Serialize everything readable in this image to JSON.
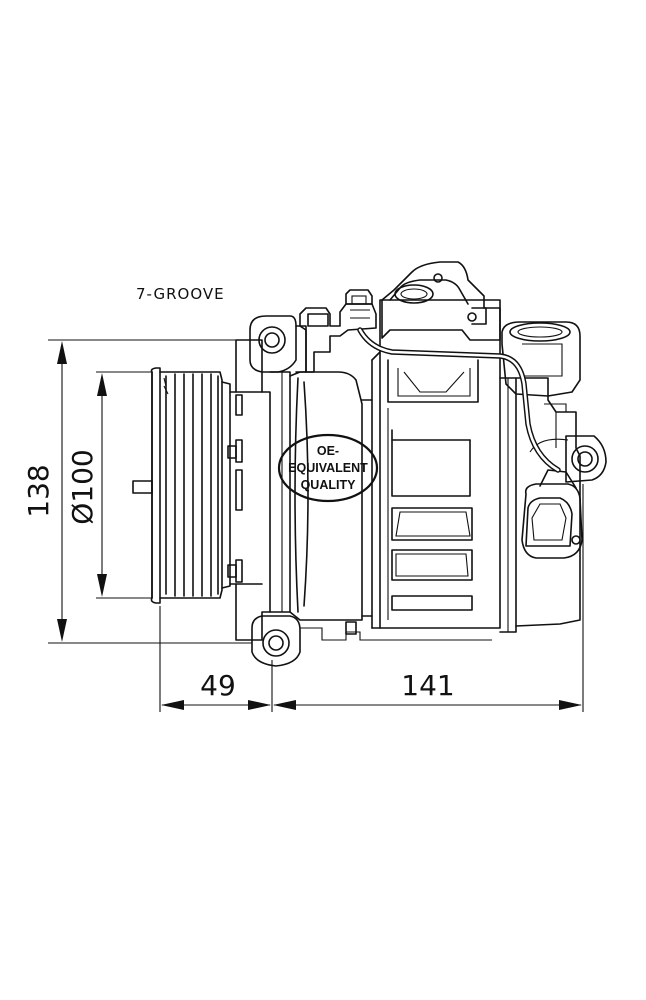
{
  "labels": {
    "groove": "7-GROOVE",
    "stamp_line1": "OE-",
    "stamp_line2": "EQUIVALENT",
    "stamp_line3": "QUALITY"
  },
  "dimensions": {
    "height": "138",
    "pulley_diameter": "Ø100",
    "pulley_offset": "49",
    "body_length": "141"
  }
}
